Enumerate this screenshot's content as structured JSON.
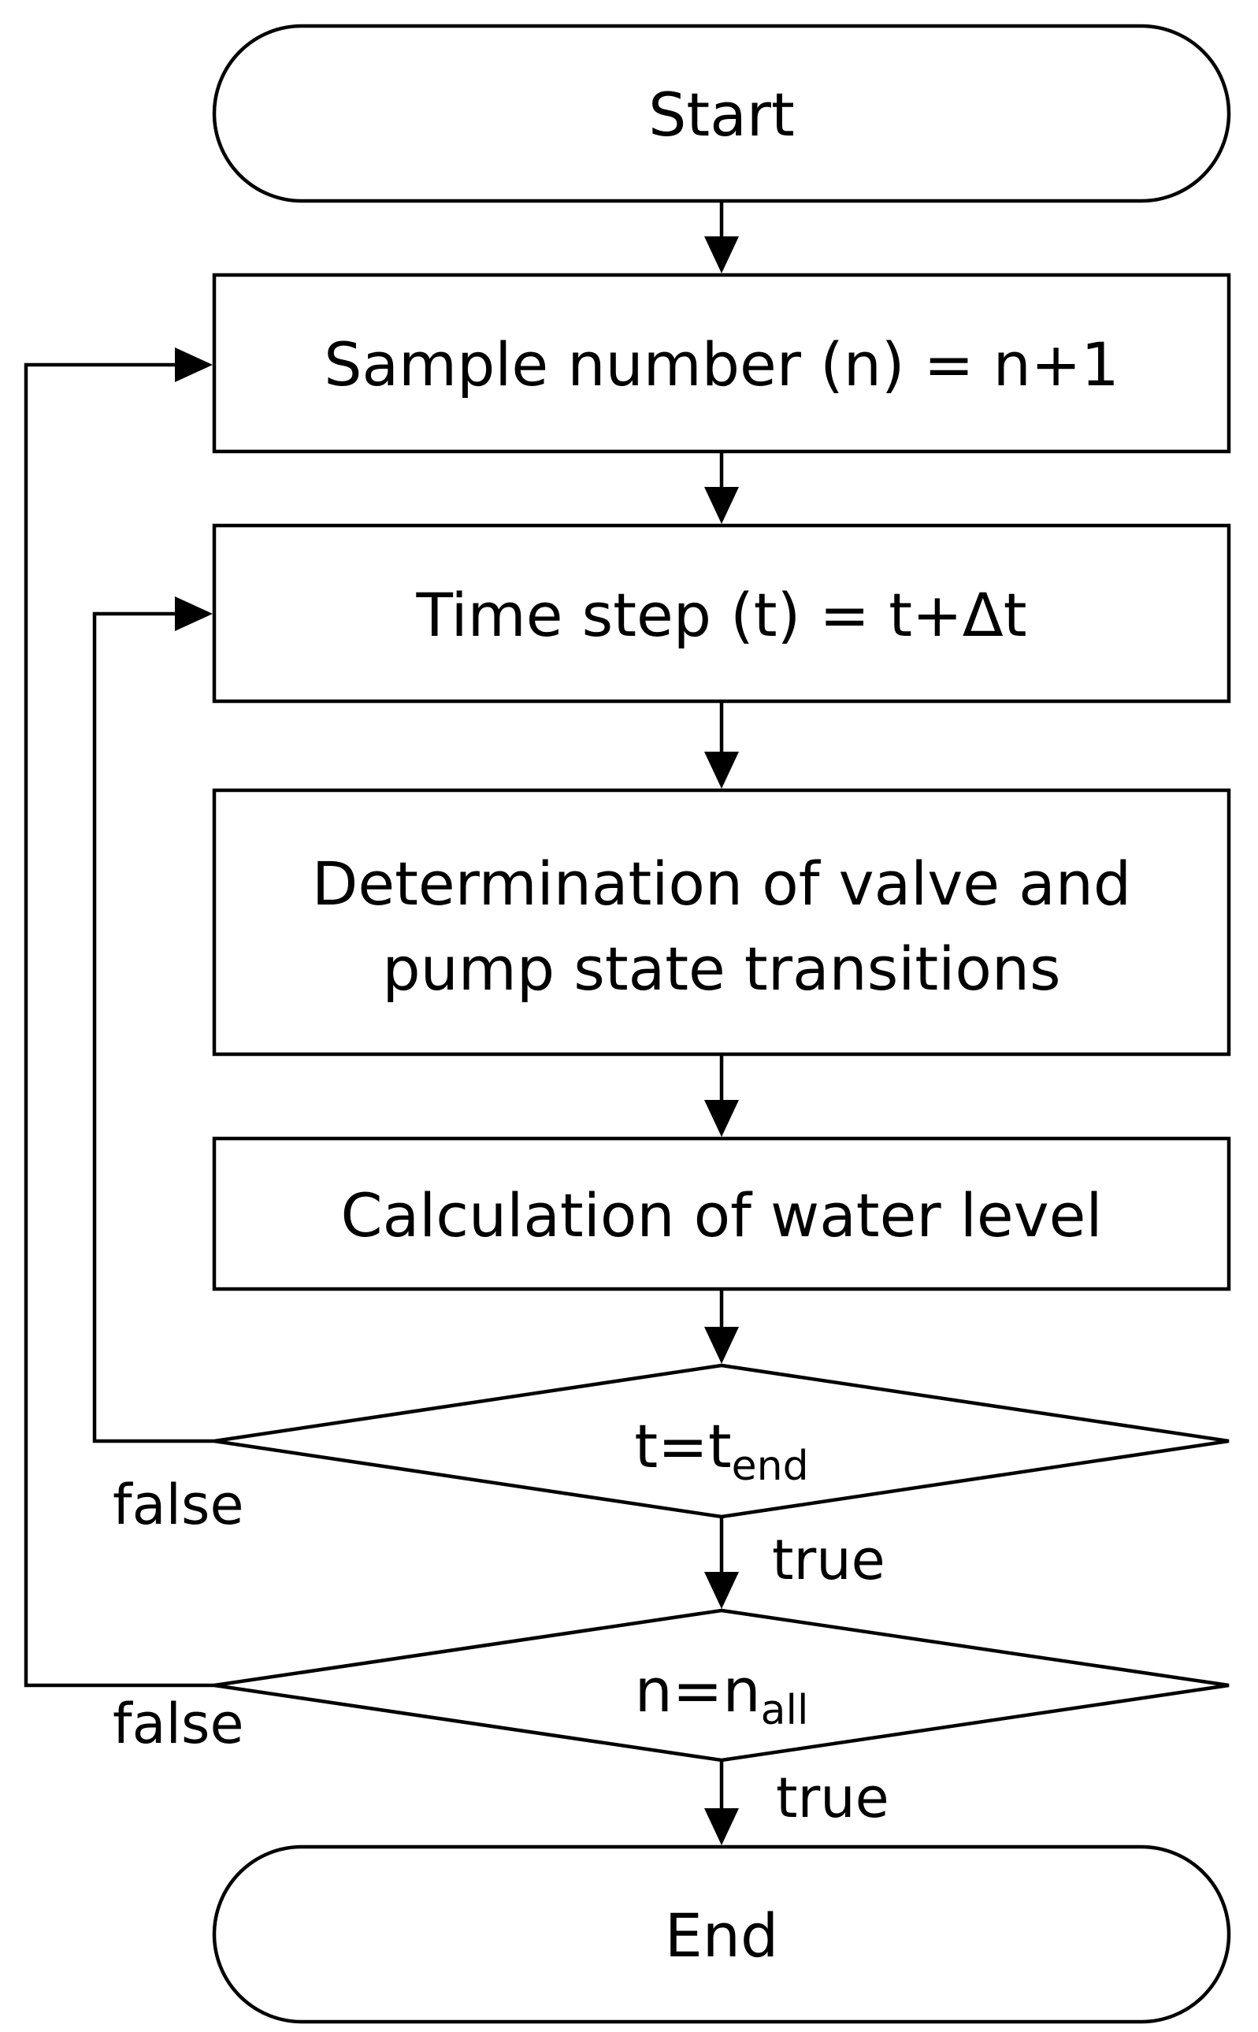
{
  "diagram": {
    "nodes": {
      "start": {
        "label": "Start"
      },
      "sample": {
        "label": "Sample number (n) = n+1"
      },
      "timestep": {
        "label": "Time step (t) = t+Δt"
      },
      "determination": {
        "line1": "Determination of valve and",
        "line2": "pump state transitions"
      },
      "calculation": {
        "label": "Calculation of water level"
      },
      "decision_t": {
        "base": "t=t",
        "subscript": "end"
      },
      "decision_n": {
        "base": "n=n",
        "subscript": "all"
      },
      "end": {
        "label": "End"
      }
    },
    "edges": {
      "decision_t_false": "false",
      "decision_t_true": "true",
      "decision_n_false": "false",
      "decision_n_true": "true"
    }
  }
}
